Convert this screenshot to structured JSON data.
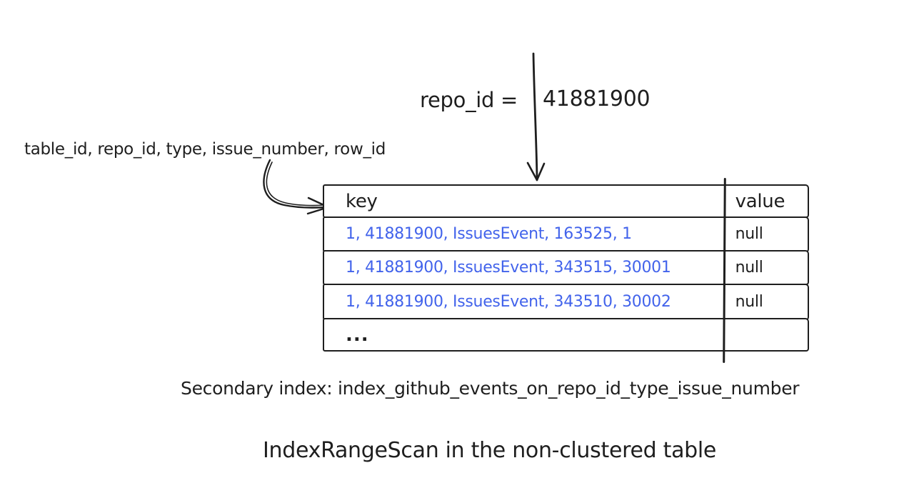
{
  "annotation": {
    "query_lhs": "repo_id =",
    "query_value": "41881900",
    "index_columns": "table_id, repo_id, type, issue_number, row_id"
  },
  "table": {
    "header_key": "key",
    "header_value": "value",
    "rows": [
      {
        "key": "1, 41881900, IssuesEvent, 163525, 1",
        "value": "null"
      },
      {
        "key": "1, 41881900, IssuesEvent, 343515, 30001",
        "value": "null"
      },
      {
        "key": "1, 41881900, IssuesEvent, 343510, 30002",
        "value": "null"
      },
      {
        "key": "...",
        "value": ""
      }
    ]
  },
  "captions": {
    "secondary_index": "Secondary index: index_github_events_on_repo_id_type_issue_number",
    "title": "IndexRangeScan in the non-clustered table"
  },
  "colors": {
    "ink": "#1e1e1e",
    "key_text_blue": "#4263eb",
    "background": "#ffffff"
  }
}
